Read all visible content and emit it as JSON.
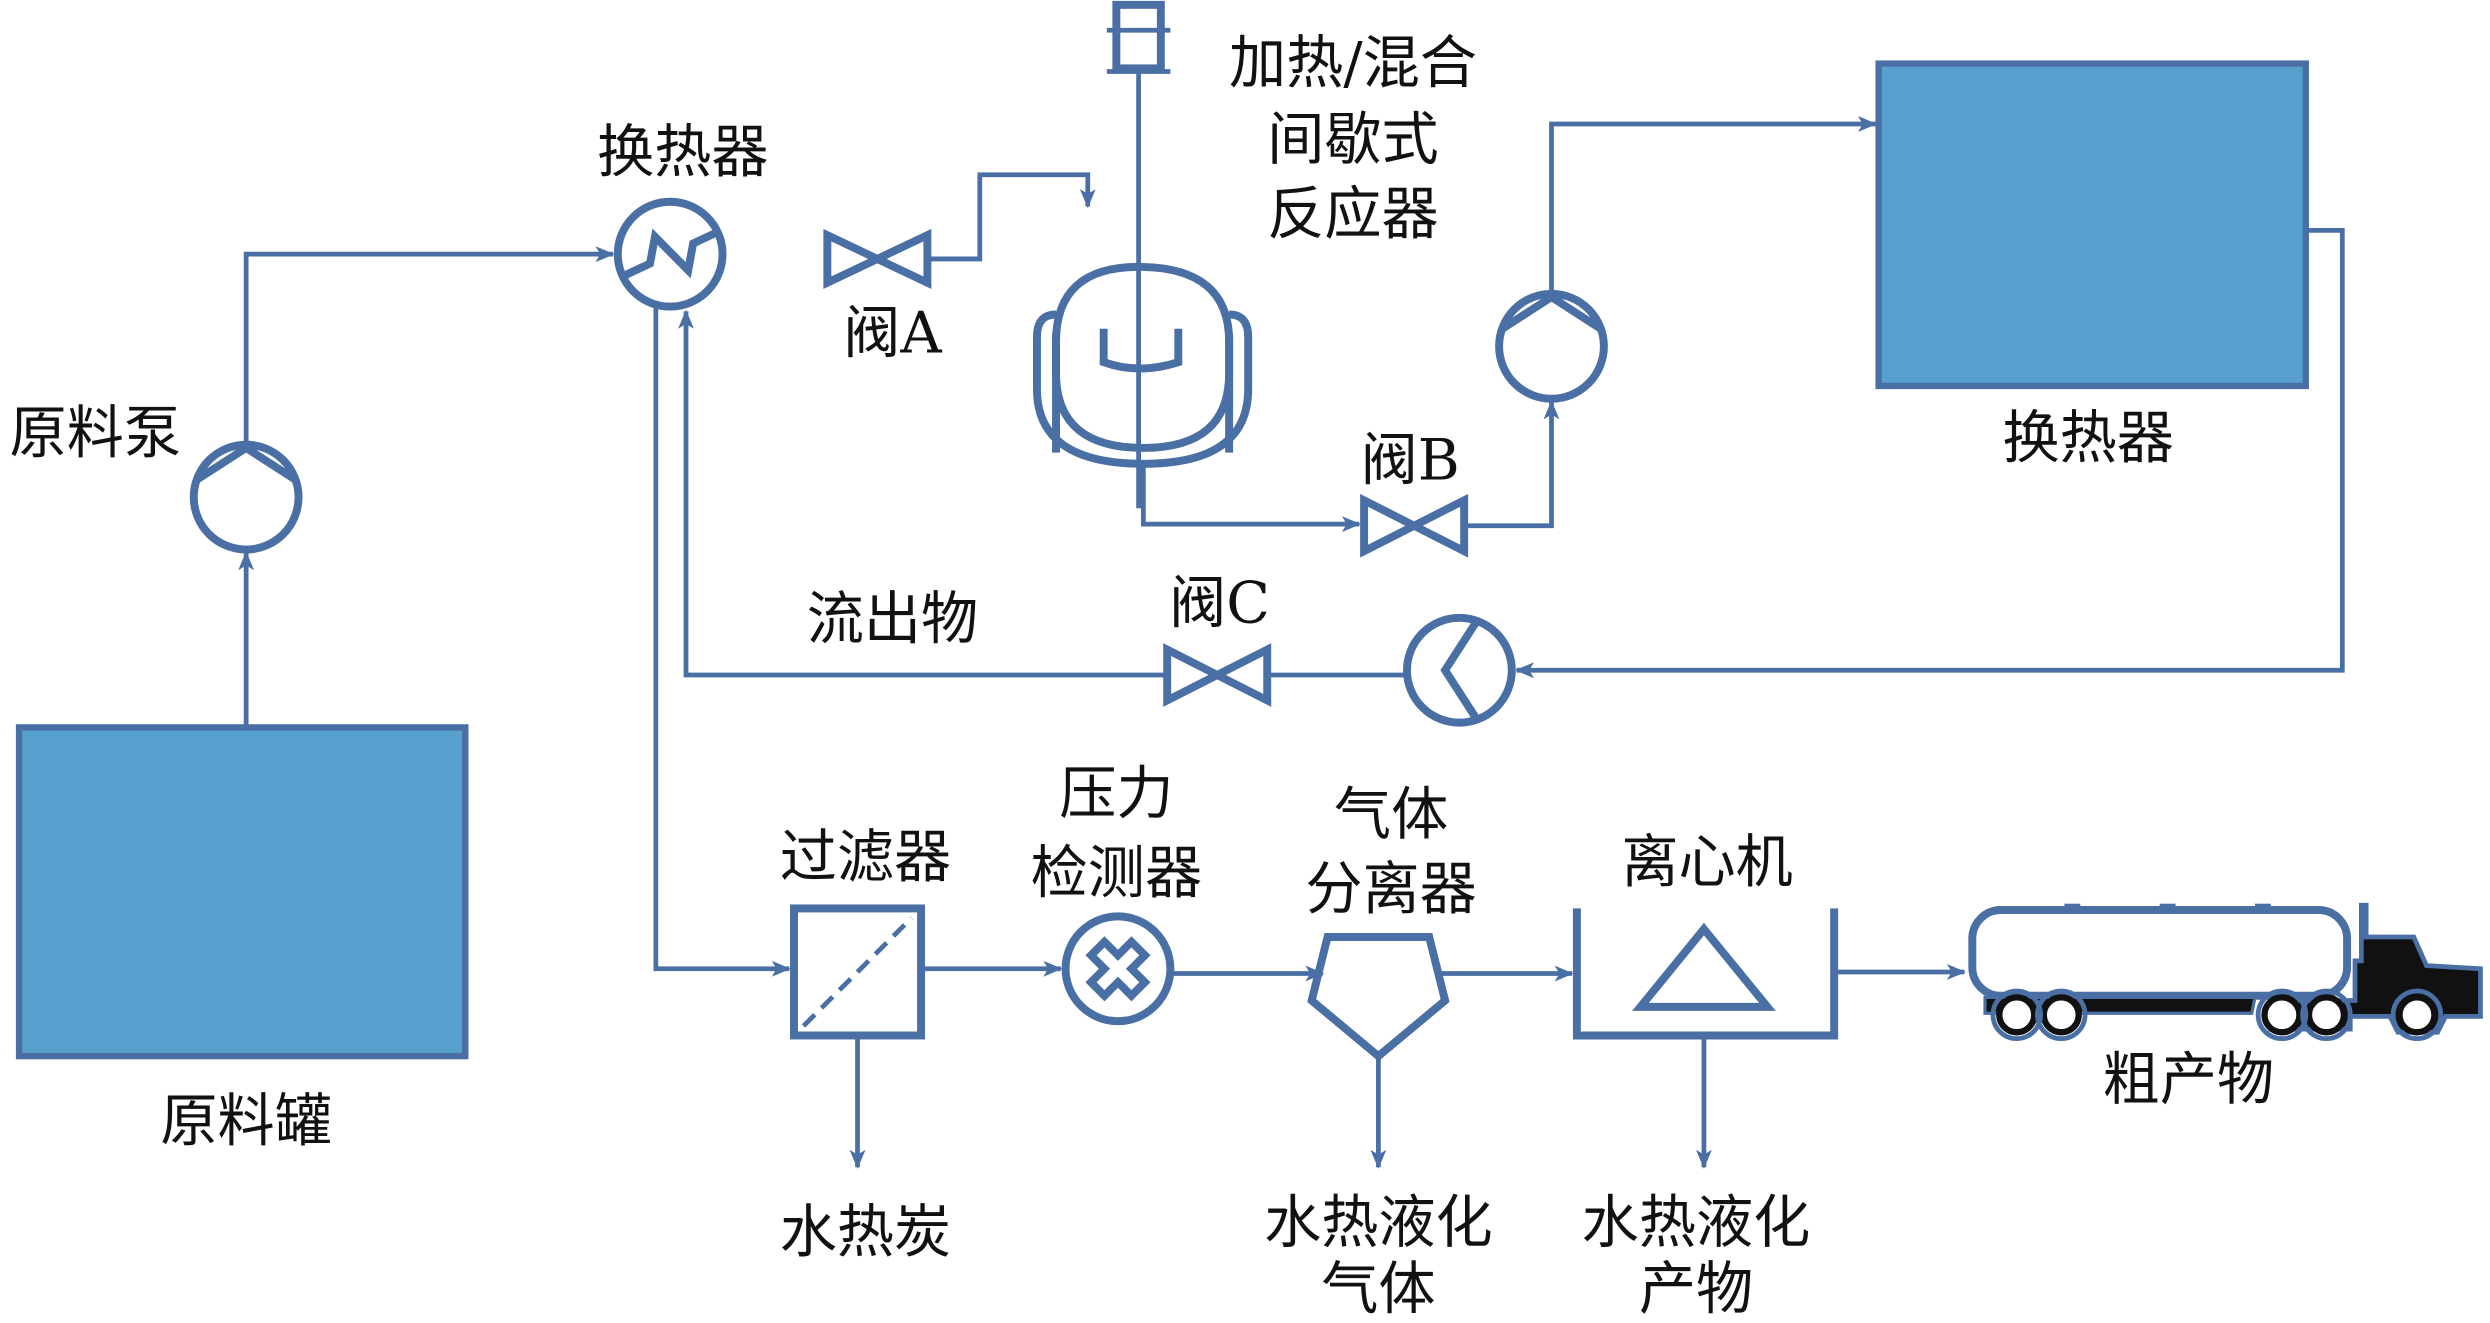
{
  "colors": {
    "line": "#4a6fa5",
    "tank_fill": "#579fcc",
    "truck_cab": "#111111",
    "text": "#111111"
  },
  "labels": {
    "raw_tank": "原料罐",
    "raw_pump": "原料泵",
    "heat_exchanger_left": "换热器",
    "valve_a": "阀A",
    "reactor": [
      "加热/混合",
      "间歇式",
      "反应器"
    ],
    "valve_b": "阀B",
    "heat_exchanger_right": "换热器",
    "effluent": "流出物",
    "valve_c": "阀C",
    "filter": "过滤器",
    "hydrochar": "水热炭",
    "pressure_detector": [
      "压力",
      "检测器"
    ],
    "gas_separator": [
      "气体",
      "分离器"
    ],
    "htl_gas": [
      "水热液化",
      "气体"
    ],
    "centrifuge": "离心机",
    "htl_product": [
      "水热液化",
      "产物"
    ],
    "crude_product": "粗产物"
  },
  "icons": [
    "tank",
    "pump",
    "heat-exchanger",
    "valve",
    "stirred-reactor",
    "filter",
    "pressure-detector",
    "gas-separator",
    "centrifuge",
    "tanker-truck"
  ]
}
